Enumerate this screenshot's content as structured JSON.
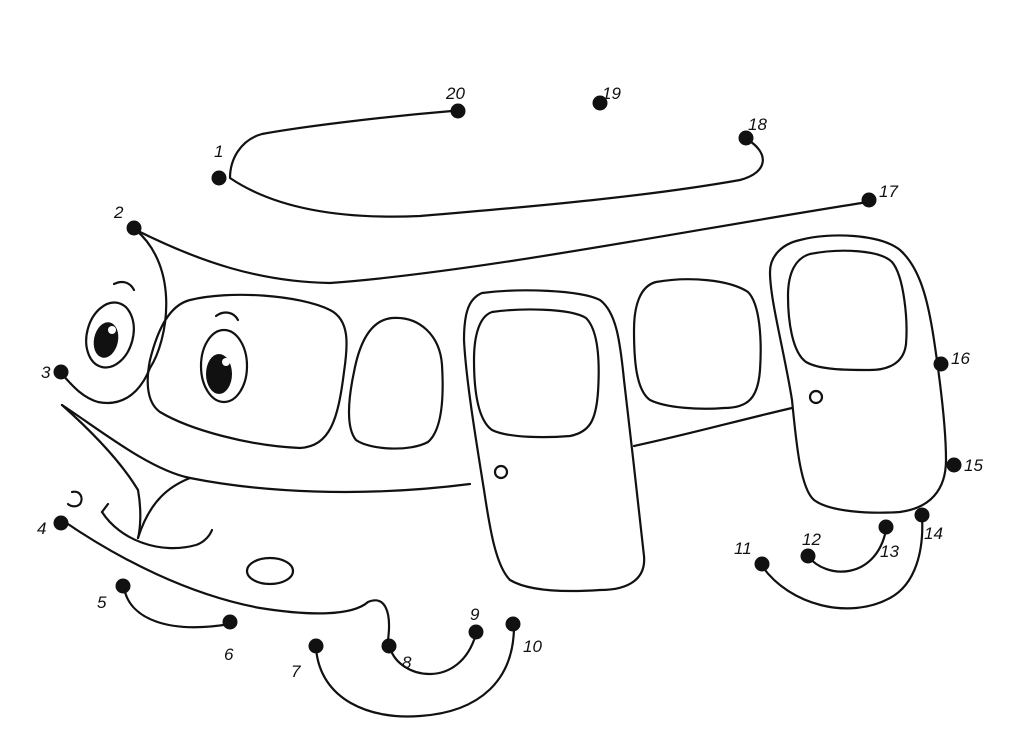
{
  "dots": [
    {
      "n": "1"
    },
    {
      "n": "2"
    },
    {
      "n": "3"
    },
    {
      "n": "4"
    },
    {
      "n": "5"
    },
    {
      "n": "6"
    },
    {
      "n": "7"
    },
    {
      "n": "8"
    },
    {
      "n": "9"
    },
    {
      "n": "10"
    },
    {
      "n": "11"
    },
    {
      "n": "12"
    },
    {
      "n": "13"
    },
    {
      "n": "14"
    },
    {
      "n": "15"
    },
    {
      "n": "16"
    },
    {
      "n": "17"
    },
    {
      "n": "18"
    },
    {
      "n": "19"
    },
    {
      "n": "20"
    }
  ],
  "colors": {
    "ink": "#111111",
    "paper": "#ffffff"
  }
}
